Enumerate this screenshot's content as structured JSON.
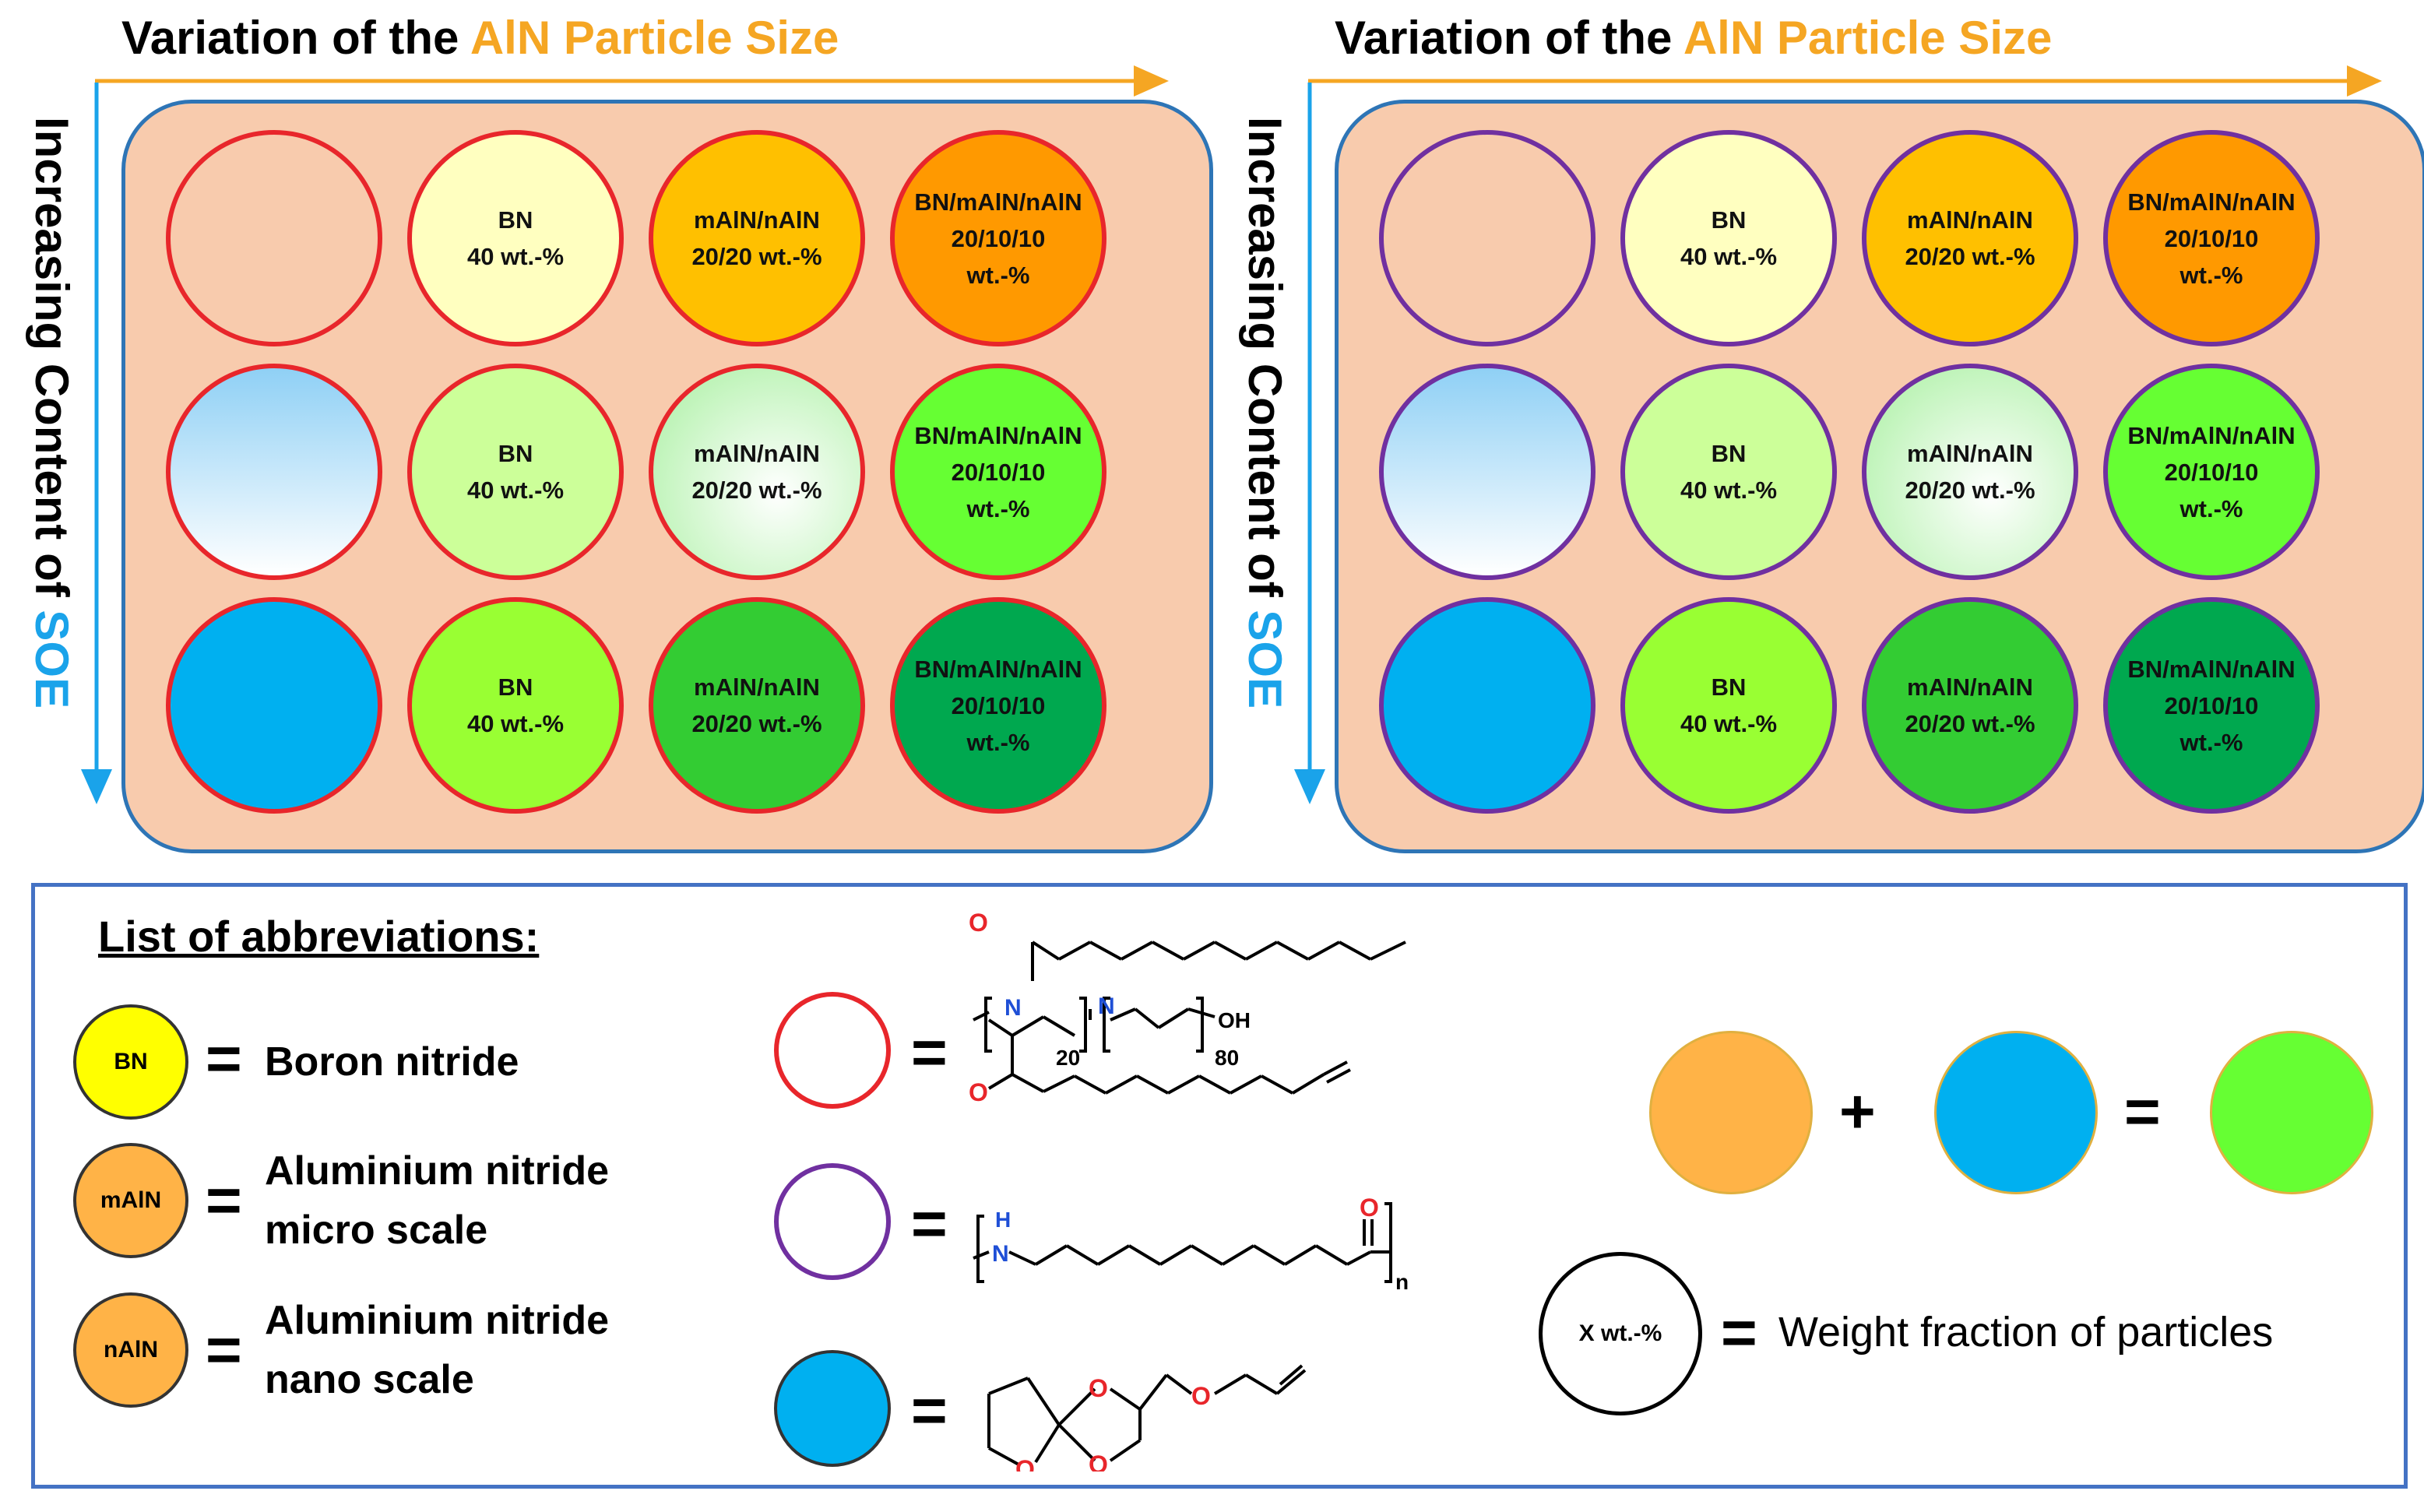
{
  "header": {
    "prefix": "Variation of the ",
    "highlight": "AlN Particle Size"
  },
  "side": {
    "prefix": "Increasing Content of ",
    "highlight": "SOE"
  },
  "wells": {
    "bn": [
      "BN",
      "40 wt.-%"
    ],
    "maln": [
      "mAlN/nAlN",
      "20/20 wt.-%"
    ],
    "mix": [
      "BN/mAlN/nAlN",
      "20/10/10",
      "wt.-%"
    ]
  },
  "legend": {
    "title": "List of abbreviations:",
    "bn_badge": "BN",
    "bn_text": "Boron nitride",
    "maln_badge": "mAlN",
    "maln_text": [
      "Aluminium nitride",
      "micro scale"
    ],
    "naln_badge": "nAlN",
    "naln_text": [
      "Aluminium nitride",
      "nano scale"
    ],
    "eq": "=",
    "plus": "+",
    "x_badge": "X wt.-%",
    "x_text": "Weight fraction of particles",
    "chem1": {
      "sub1": "20",
      "sub2": "80",
      "oh": "OH",
      "o": "O",
      "n": "N"
    },
    "chem2": {
      "h": "H",
      "n": "N",
      "o": "O",
      "sub": "n"
    },
    "chem3": {
      "o": "O"
    }
  },
  "colors": {
    "panel_bg": "#f8cbad",
    "panel_border": "#2e75b6",
    "red_ring": "#e8262b",
    "purple_ring": "#7030a0",
    "soe_blue": "#00b0f0",
    "aln_orange": "#ffb347",
    "mix_green": "#66ff33"
  }
}
